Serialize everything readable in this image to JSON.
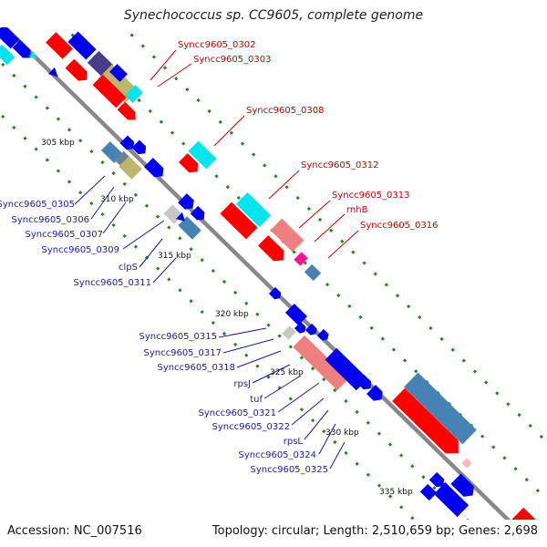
{
  "title": "Synechococcus sp. CC9605, complete genome",
  "accession": "Accession: NC_007516",
  "topology": "Topology: circular; Length: 2,510,659 bp; Genes: 2,698",
  "kbp": {
    "k305": "305 kbp",
    "k310": "310 kbp",
    "k315": "315 kbp",
    "k320": "320 kbp",
    "k325": "325 kbp",
    "k330": "330 kbp",
    "k335": "335 kbp"
  },
  "labels_red": {
    "l0302": "Syncc9605_0302",
    "l0303": "Syncc9605_0303",
    "l0308": "Syncc9605_0308",
    "l0312": "Syncc9605_0312",
    "l0313": "Syncc9605_0313",
    "rnhB": "rnhB",
    "l0316": "Syncc9605_0316"
  },
  "labels_blue": {
    "l0305": "Syncc9605_0305",
    "l0306": "Syncc9605_0306",
    "l0307": "Syncc9605_0307",
    "l0309": "Syncc9605_0309",
    "clpS": "clpS",
    "l0311": "Syncc9605_0311",
    "l0315": "Syncc9605_0315",
    "l0317": "Syncc9605_0317",
    "l0318": "Syncc9605_0318",
    "rpsJ": "rpsJ",
    "tuf": "tuf",
    "l0321": "Syncc9605_0321",
    "l0322": "Syncc9605_0322",
    "rpsL": "rpsL",
    "l0324": "Syncc9605_0324",
    "l0325": "Syncc9605_0325"
  },
  "colors": {
    "forward": "#ff0000",
    "reverse": "#0000ee",
    "backbone": "#888888",
    "label_red": "#cc0000",
    "label_blue": "#1a1aa8",
    "tick_green": "#1a8a1a",
    "cyan": "#00e5ee",
    "olive": "#bdb76b",
    "steelblue": "#4682b4",
    "pink": "#f08080",
    "magenta": "#ff1493",
    "slateblue": "#483d8b",
    "lightgray": "#c8c8c8"
  }
}
